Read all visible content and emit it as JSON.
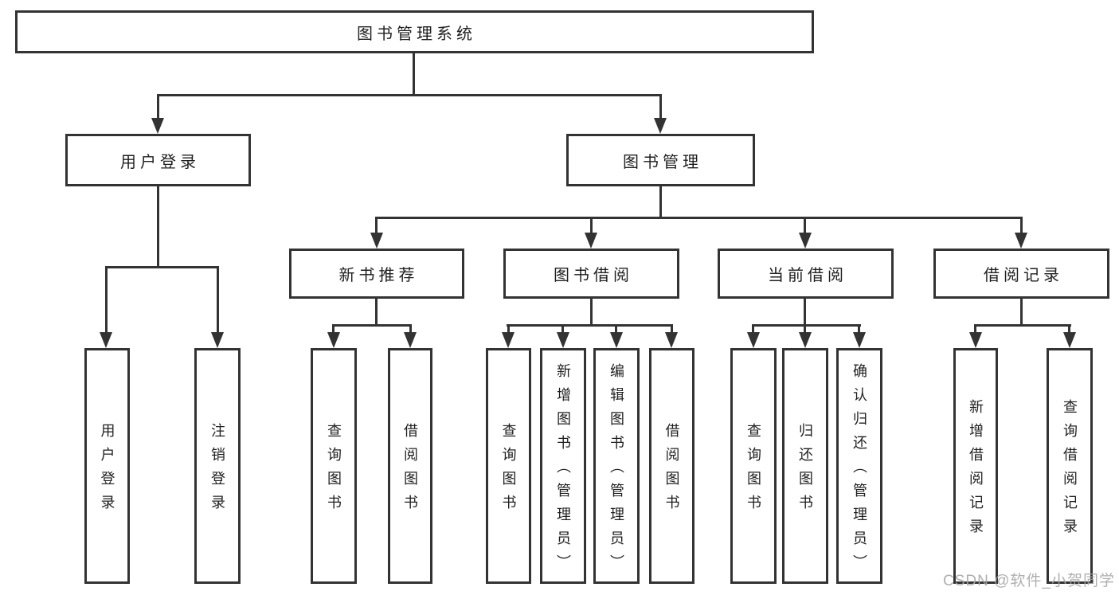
{
  "title": "图书管理系统",
  "watermark": "CSDN @软件_小贺同学",
  "colors": {
    "line": "#333333",
    "text": "#1f1f1f",
    "background": "#ffffff",
    "watermark": "#a7a7a7"
  },
  "nodes": {
    "root": "图书管理系统",
    "user_login": "用户登录",
    "book_mgmt": "图书管理",
    "new_books": "新书推荐",
    "book_borrow": "图书借阅",
    "current_borrow": "当前借阅",
    "borrow_records": "借阅记录",
    "leaves": {
      "a1": "用户登录",
      "a2": "注销登录",
      "b1": "查询图书",
      "b2": "借阅图书",
      "c1": "查询图书",
      "c2": "新增图书（管理员）",
      "c3": "编辑图书（管理员）",
      "c4": "借阅图书",
      "d1": "查询图书",
      "d2": "归还图书",
      "d3": "确认归还（管理员）",
      "e1": "新增借阅记录",
      "e2": "查询借阅记录"
    }
  },
  "structure": {
    "图书管理系统": {
      "用户登录": [
        "用户登录",
        "注销登录"
      ],
      "图书管理": {
        "新书推荐": [
          "查询图书",
          "借阅图书"
        ],
        "图书借阅": [
          "查询图书",
          "新增图书（管理员）",
          "编辑图书（管理员）",
          "借阅图书"
        ],
        "当前借阅": [
          "查询图书",
          "归还图书",
          "确认归还（管理员）"
        ],
        "借阅记录": [
          "新增借阅记录",
          "查询借阅记录"
        ]
      }
    }
  }
}
